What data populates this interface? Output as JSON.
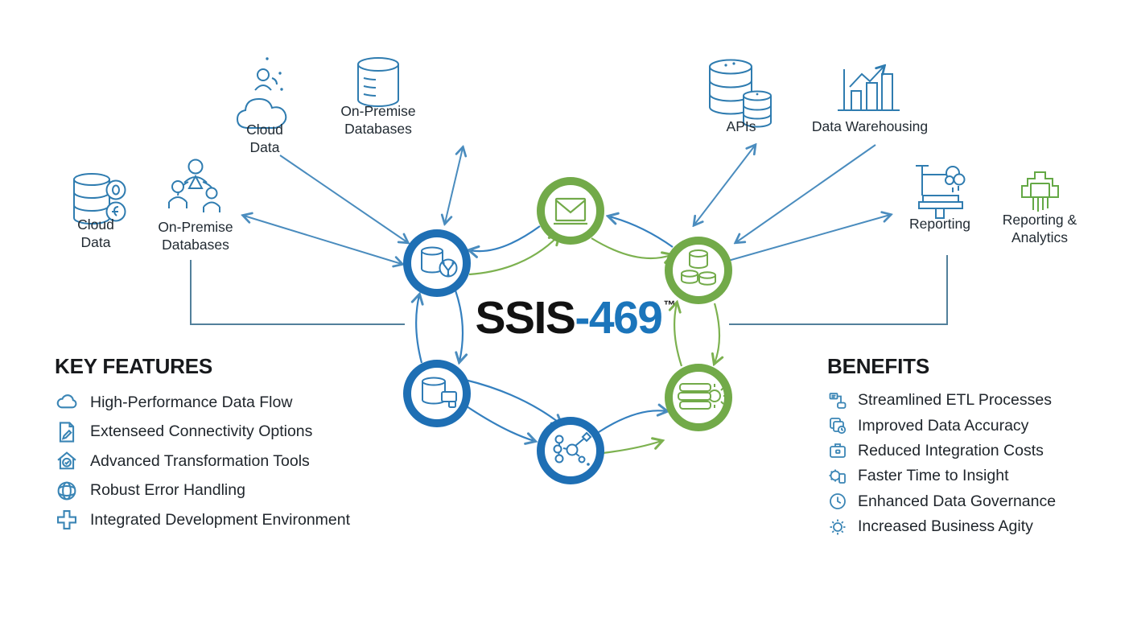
{
  "title": {
    "black": "SSIS",
    "accent": "-469",
    "tm": "™"
  },
  "colors": {
    "node_blue": "#1e6fb4",
    "node_green": "#72aa49",
    "arrow_blue": "#4a8cbe",
    "arrow_green": "#7cb14f",
    "icon_blue": "#2f7cb0",
    "icon_green": "#64a845",
    "accent_blue": "#1b75bb",
    "text": "#222b33"
  },
  "sources": [
    {
      "label": "Cloud Data",
      "icon": "database-badges-icon"
    },
    {
      "label": "On-Premise Databases",
      "icon": "team-icon"
    },
    {
      "label": "Cloud Data",
      "icon": "cloud-figure-icon"
    },
    {
      "label": "On-Premise Databases",
      "icon": "database-icon"
    }
  ],
  "destinations": [
    {
      "label": "APIs",
      "icon": "stacked-databases-icon"
    },
    {
      "label": "Data Warehousing",
      "icon": "bar-chart-trend-icon"
    },
    {
      "label": "Reporting",
      "icon": "report-press-icon"
    },
    {
      "label": "Reporting & Analytics",
      "icon": "analytics-chip-icon"
    }
  ],
  "hub": {
    "nodes": [
      {
        "icon": "envelope-icon",
        "color": "green"
      },
      {
        "icon": "database-share-icon",
        "color": "blue"
      },
      {
        "icon": "coins-database-icon",
        "color": "green"
      },
      {
        "icon": "database-card-icon",
        "color": "blue"
      },
      {
        "icon": "network-molecule-icon",
        "color": "blue"
      },
      {
        "icon": "server-burst-icon",
        "color": "green"
      }
    ]
  },
  "features": {
    "heading": "KEY FEATURES",
    "items": [
      {
        "label": "High-Performance Data Flow",
        "icon": "cloud-icon"
      },
      {
        "label": "Extenseed Connectivity Options",
        "icon": "document-pen-icon"
      },
      {
        "label": "Advanced Transformation Tools",
        "icon": "home-check-icon"
      },
      {
        "label": "Robust Error Handling",
        "icon": "globe-icon"
      },
      {
        "label": "Integrated Development Environment",
        "icon": "dpad-icon"
      }
    ]
  },
  "benefits": {
    "heading": "BENEFITS",
    "items": [
      {
        "label": "Streamlined ETL Processes",
        "icon": "flowchart-icon"
      },
      {
        "label": "Improved Data Accuracy",
        "icon": "copy-clock-icon"
      },
      {
        "label": "Reduced Integration Costs",
        "icon": "briefcase-icon"
      },
      {
        "label": "Faster Time to Insight",
        "icon": "gear-phone-icon"
      },
      {
        "label": "Enhanced Data Governance",
        "icon": "clock-icon"
      },
      {
        "label": "Increased Business Agity",
        "icon": "sun-gear-icon"
      }
    ]
  }
}
